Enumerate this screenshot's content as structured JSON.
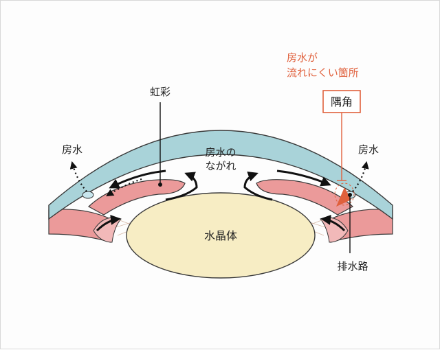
{
  "labels": {
    "iris": "虹彩",
    "aqueous_left": "房水",
    "aqueous_right": "房水",
    "flow_line1": "房水の",
    "flow_line2": "ながれ",
    "lens": "水晶体",
    "drainage": "排水路",
    "angle": "隅角",
    "note_line1": "房水が",
    "note_line2": "流れにくい箇所"
  },
  "colors": {
    "cornea": "#a9d3d9",
    "cornea_outline": "#3a3a3a",
    "iris": "#eb9a9a",
    "iris_light": "#f2b9b9",
    "lens": "#f7edc4",
    "angle_highlight": "#e0603c",
    "note_text": "#e0603c",
    "drain": "#c8e6ee"
  }
}
